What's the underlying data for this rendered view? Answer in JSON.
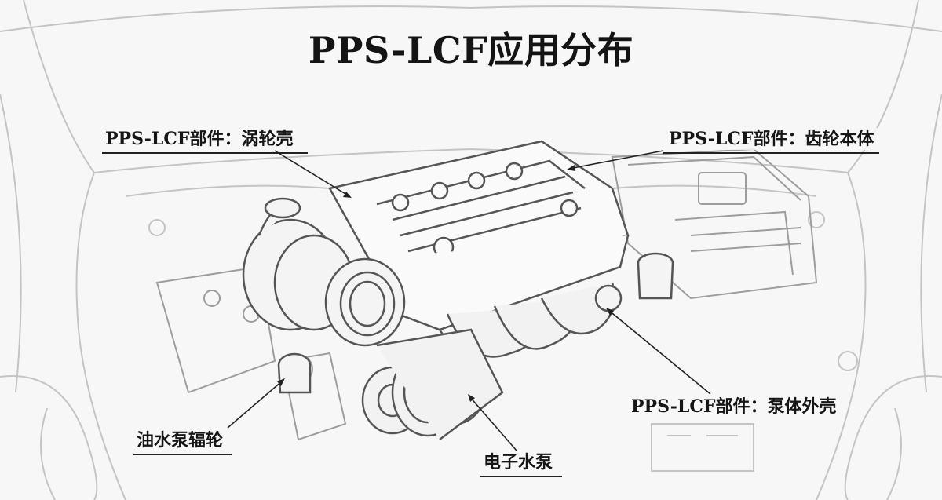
{
  "title": "PPS-LCF应用分布",
  "labels": {
    "turbo_housing": "PPS-LCF部件：涡轮壳",
    "gear_body": "PPS-LCF部件：齿轮本体",
    "pump_housing": "PPS-LCF部件：泵体外壳",
    "oil_pump_gear": "油水泵辐轮",
    "electric_water_pump": "电子水泵"
  },
  "colors": {
    "line": "#222222",
    "sketch": "#b5b5b5",
    "engine": "#555555",
    "background": "#f7f7f7"
  }
}
